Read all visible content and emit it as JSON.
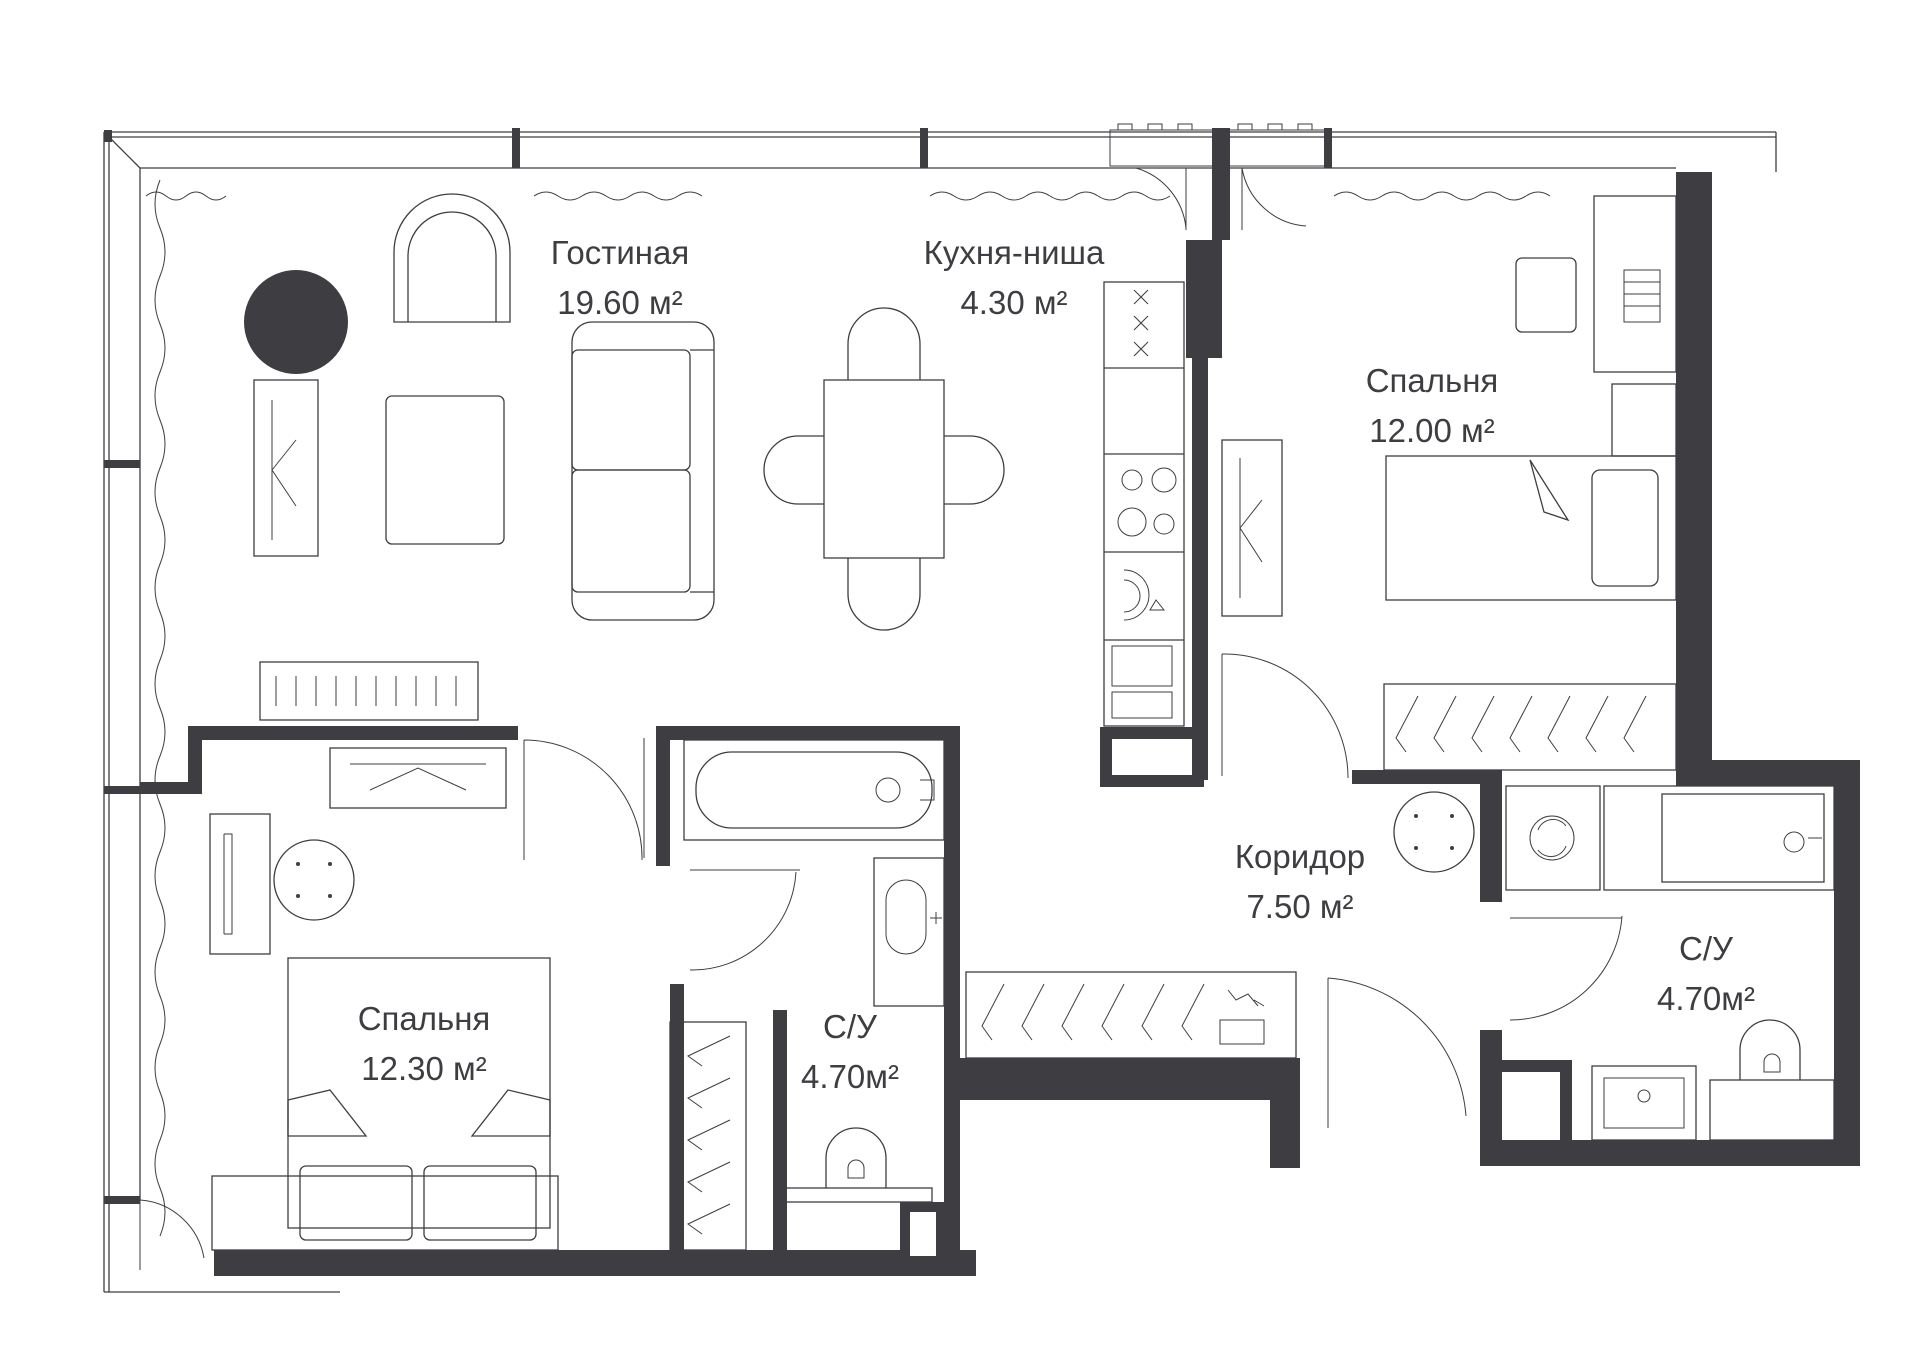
{
  "colors": {
    "wall": "#3e3e42",
    "line": "#3e3e42",
    "background": "#ffffff"
  },
  "rooms": {
    "living": {
      "name": "Гостиная",
      "area": "19.60 м²"
    },
    "kitchen": {
      "name": "Кухня-ниша",
      "area": "4.30 м²"
    },
    "bedroom_right": {
      "name": "Спальня",
      "area": "12.00 м²"
    },
    "corridor": {
      "name": "Коридор",
      "area": "7.50 м²"
    },
    "bathroom_right": {
      "name": "С/У",
      "area": "4.70м²"
    },
    "bedroom_left": {
      "name": "Спальня",
      "area": "12.30 м²"
    },
    "bathroom_left": {
      "name": "С/У",
      "area": "4.70м²"
    }
  },
  "icons": [
    "stove-icon",
    "sink-icon",
    "toilet-icon",
    "bathtub-icon",
    "washing-machine-icon",
    "bed-icon",
    "sofa-icon",
    "dining-table-icon",
    "wardrobe-icon",
    "armchair-icon",
    "lamp-icon"
  ]
}
